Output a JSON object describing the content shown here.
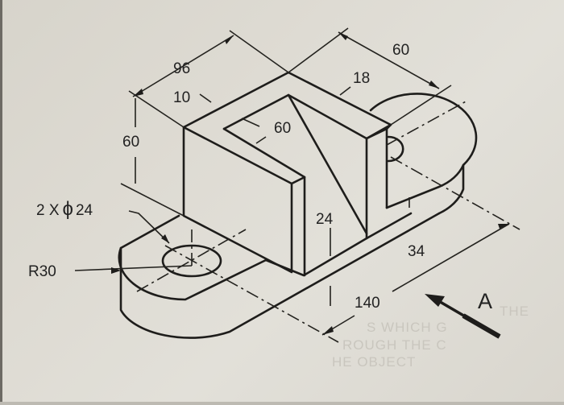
{
  "drawing": {
    "type": "isometric engineering drawing",
    "dimensions": {
      "overall_length": "140",
      "base_width": "60",
      "upright_width": "96",
      "upright_height": "60",
      "web_thickness": "10",
      "wall_thickness": "18",
      "slot_width": "60",
      "rib_height": "24",
      "base_offset": "34",
      "end_radius": "R30",
      "holes": "2 X",
      "hole_diameter_symbol": "ϕ",
      "hole_diameter": "24"
    },
    "view_arrow_label": "A",
    "bleed_through_text": [
      "THE",
      "S WHICH G",
      "ROUGH THE C",
      "HE OBJECT"
    ]
  },
  "colors": {
    "paper": "#dedbd3",
    "ink": "#1e1d1b"
  }
}
